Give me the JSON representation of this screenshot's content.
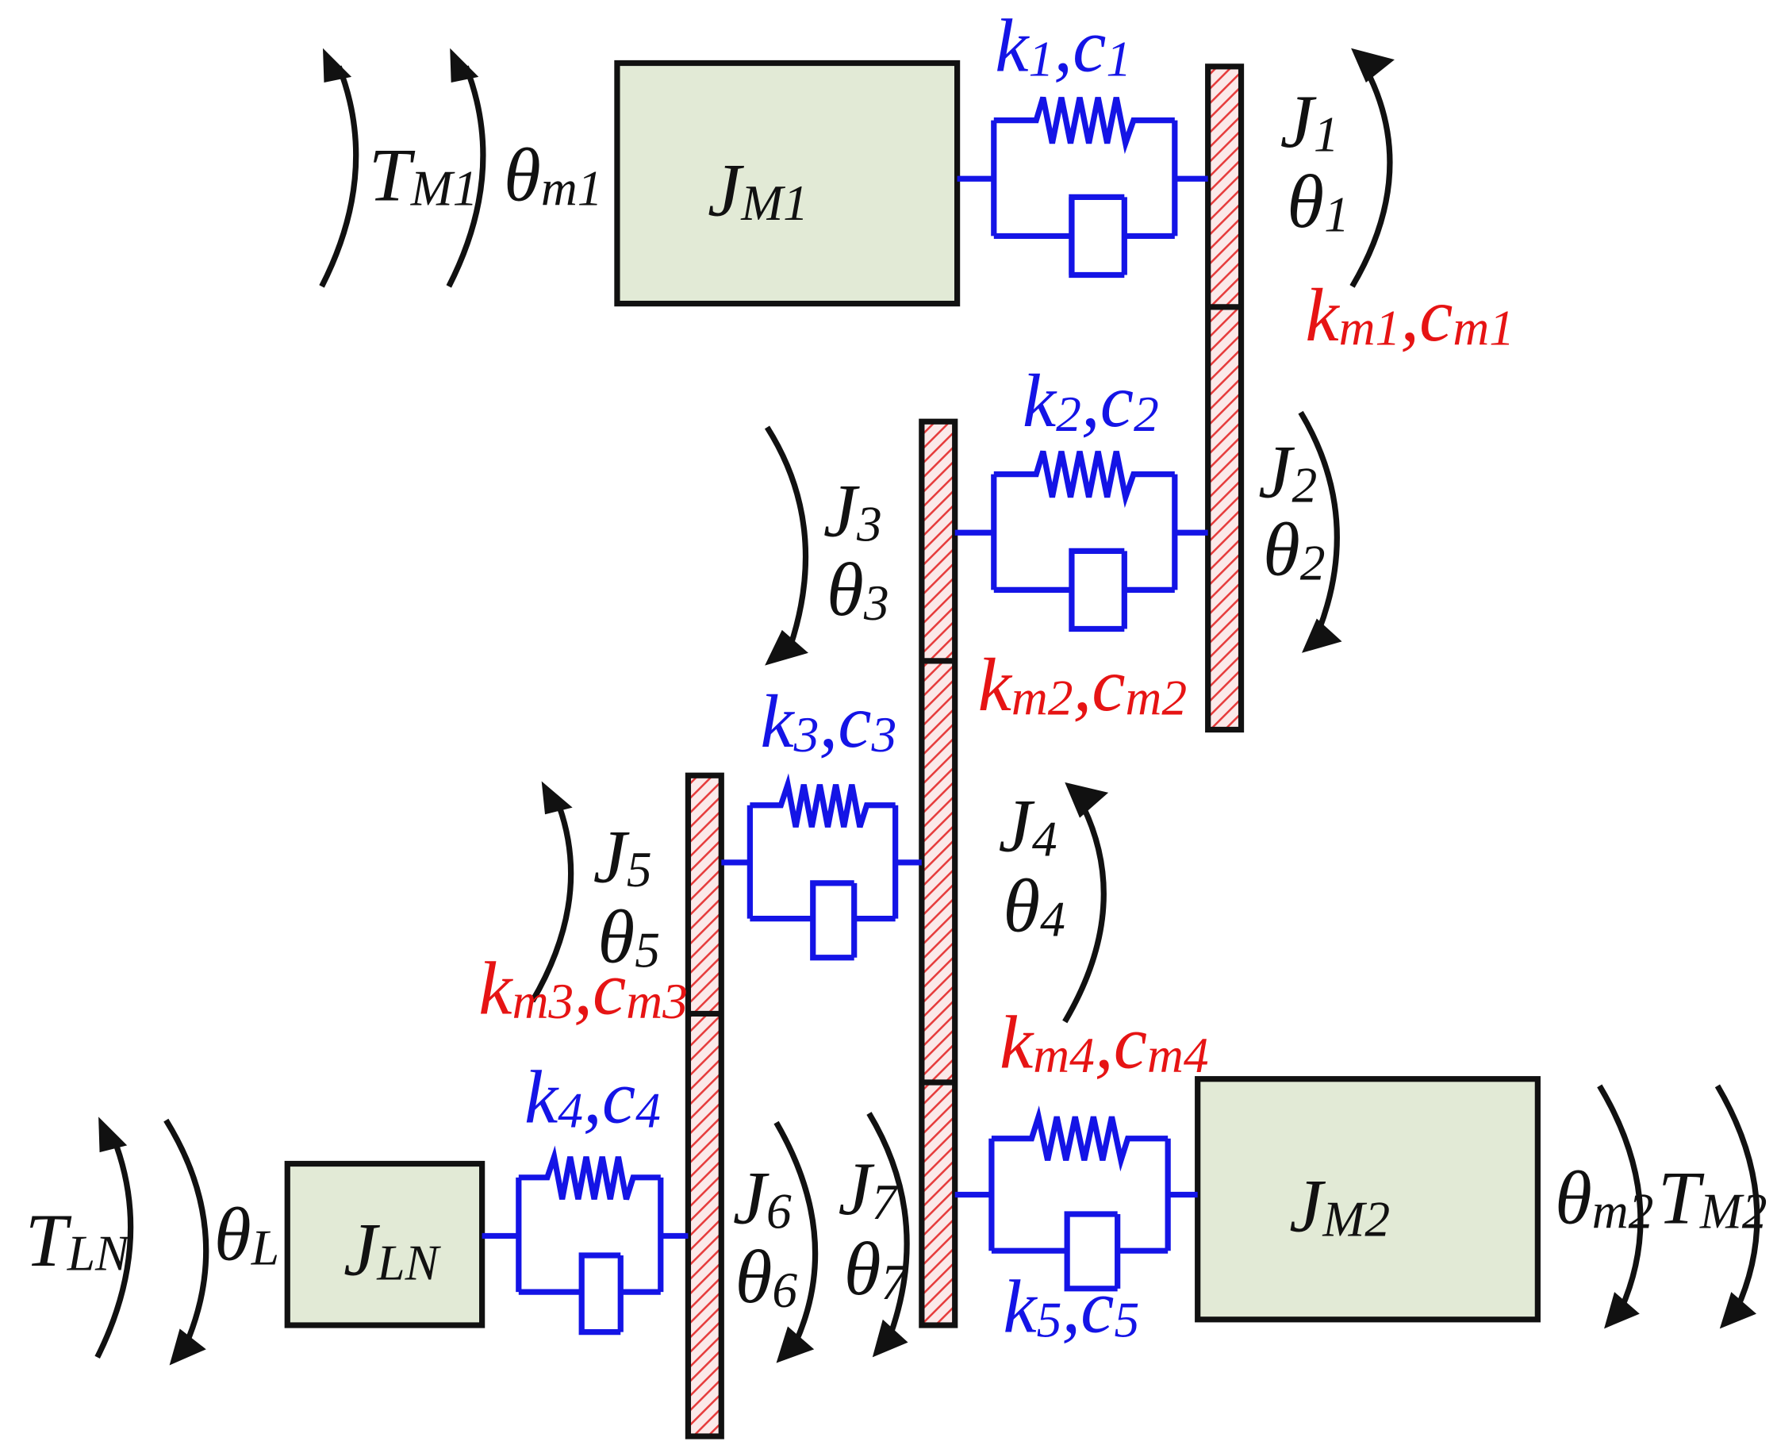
{
  "inertias": {
    "J_M1": {
      "base": "J",
      "sub": "M1"
    },
    "J_M2": {
      "base": "J",
      "sub": "M2"
    },
    "J_LN": {
      "base": "J",
      "sub": "LN"
    }
  },
  "gears": [
    {
      "name": "J",
      "index": "1",
      "angle": "θ",
      "angle_index": "1"
    },
    {
      "name": "J",
      "index": "2",
      "angle": "θ",
      "angle_index": "2"
    },
    {
      "name": "J",
      "index": "3",
      "angle": "θ",
      "angle_index": "3"
    },
    {
      "name": "J",
      "index": "4",
      "angle": "θ",
      "angle_index": "4"
    },
    {
      "name": "J",
      "index": "5",
      "angle": "θ",
      "angle_index": "5"
    },
    {
      "name": "J",
      "index": "6",
      "angle": "θ",
      "angle_index": "6"
    },
    {
      "name": "J",
      "index": "7",
      "angle": "θ",
      "angle_index": "7"
    }
  ],
  "shaft_springs": [
    {
      "k": "k",
      "c": "c",
      "index": "1"
    },
    {
      "k": "k",
      "c": "c",
      "index": "2"
    },
    {
      "k": "k",
      "c": "c",
      "index": "3"
    },
    {
      "k": "k",
      "c": "c",
      "index": "4"
    },
    {
      "k": "k",
      "c": "c",
      "index": "5"
    }
  ],
  "mesh_springs": [
    {
      "k": "k",
      "c": "c",
      "index": "m1"
    },
    {
      "k": "k",
      "c": "c",
      "index": "m2"
    },
    {
      "k": "k",
      "c": "c",
      "index": "m3"
    },
    {
      "k": "k",
      "c": "c",
      "index": "m4"
    }
  ],
  "loads": {
    "T_M1": {
      "base": "T",
      "sub": "M1"
    },
    "theta_m1": {
      "base": "θ",
      "sub": "m1"
    },
    "T_M2": {
      "base": "T",
      "sub": "M2"
    },
    "theta_m2": {
      "base": "θ",
      "sub": "m2"
    },
    "T_LN": {
      "base": "T",
      "sub": "LN"
    },
    "theta_L": {
      "base": "θ",
      "sub": "L"
    }
  },
  "separator": ",",
  "colors": {
    "shaft_spring": "#1414e6",
    "mesh_spring": "#e61414",
    "text": "#111111",
    "inertia_box": "#e2ead6"
  }
}
